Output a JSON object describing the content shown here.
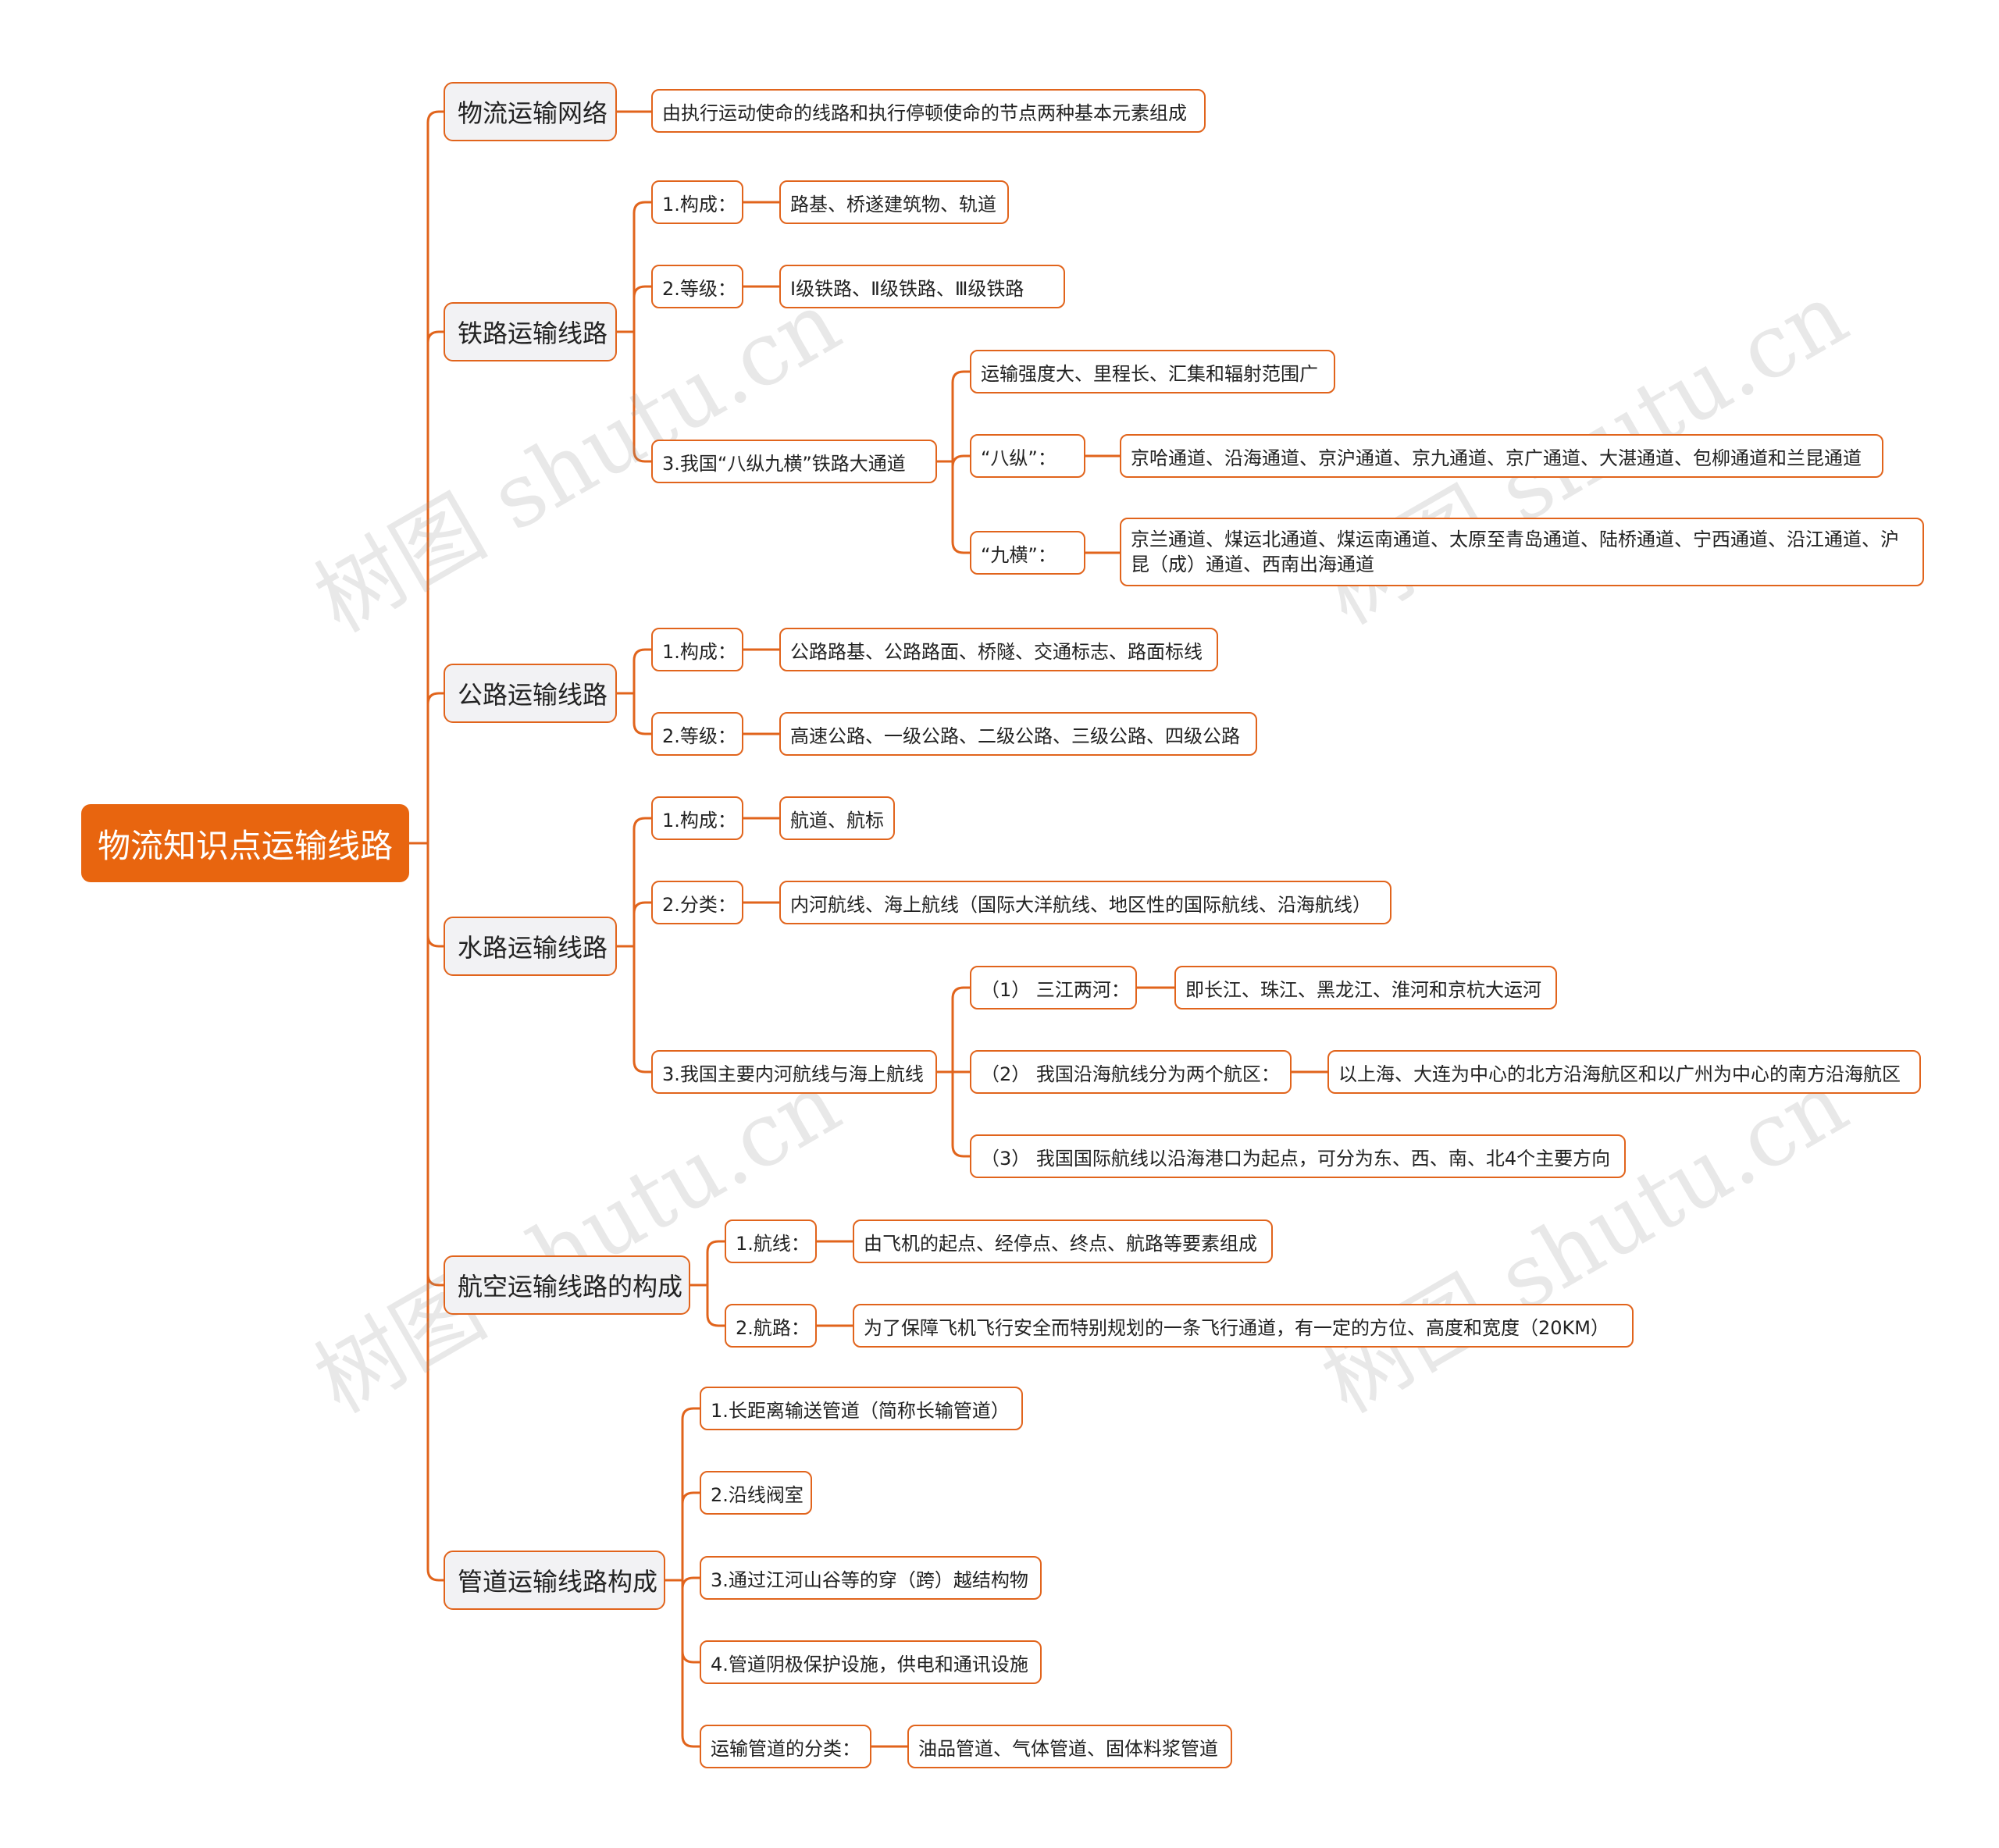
{
  "root": "物流知识点运输线路",
  "network": {
    "label": "物流运输网络",
    "desc": "由执行运动使命的线路和执行停顿使命的节点两种基本元素组成"
  },
  "rail": {
    "label": "铁路运输线路",
    "c1_label": "1.构成：",
    "c1_val": "路基、桥遂建筑物、轨道",
    "c2_label": "2.等级：",
    "c2_val": "Ⅰ级铁路、Ⅱ级铁路、Ⅲ级铁路",
    "c3_label": "3.我国“八纵九横”铁路大通道",
    "c3_feature": "运输强度大、里程长、汇集和辐射范围广",
    "bazong_label": "“八纵”：",
    "bazong_val": "京哈通道、沿海通道、京沪通道、京九通道、京广通道、大湛通道、包柳通道和兰昆通道",
    "jiuheng_label": "“九横”：",
    "jiuheng_val": "京兰通道、煤运北通道、煤运南通道、太原至青岛通道、陆桥通道、宁西通道、沿江通道、沪昆（成）通道、西南出海通道"
  },
  "road": {
    "label": "公路运输线路",
    "c1_label": "1.构成：",
    "c1_val": "公路路基、公路路面、桥隧、交通标志、路面标线",
    "c2_label": "2.等级：",
    "c2_val": "高速公路、一级公路、二级公路、三级公路、四级公路"
  },
  "water": {
    "label": "水路运输线路",
    "c1_label": "1.构成：",
    "c1_val": "航道、航标",
    "c2_label": "2.分类：",
    "c2_val": "内河航线、海上航线（国际大洋航线、地区性的国际航线、沿海航线）",
    "c3_label": "3.我国主要内河航线与海上航线",
    "s1_label": "（1） 三江两河：",
    "s1_val": "即长江、珠江、黑龙江、淮河和京杭大运河",
    "s2_label": "（2） 我国沿海航线分为两个航区：",
    "s2_val": "以上海、大连为中心的北方沿海航区和以广州为中心的南方沿海航区",
    "s3_label": "（3） 我国国际航线以沿海港口为起点，可分为东、西、南、北4个主要方向"
  },
  "air": {
    "label": "航空运输线路的构成",
    "c1_label": "1.航线：",
    "c1_val": "由飞机的起点、经停点、终点、航路等要素组成",
    "c2_label": "2.航路：",
    "c2_val": "为了保障飞机飞行安全而特别规划的一条飞行通道，有一定的方位、高度和宽度（20KM）"
  },
  "pipe": {
    "label": "管道运输线路构成",
    "c1": "1.长距离输送管道（简称长输管道）",
    "c2": "2.沿线阀室",
    "c3": "3.通过江河山谷等的穿（跨）越结构物",
    "c4": "4.管道阴极保护设施，供电和通讯设施",
    "c5_label": "运输管道的分类：",
    "c5_val": "油品管道、气体管道、固体料浆管道"
  },
  "watermark": "树图 shutu.cn",
  "colors": {
    "accent": "#e8650f",
    "line": "#e1641c",
    "node_fill": "#f2f2f4"
  }
}
